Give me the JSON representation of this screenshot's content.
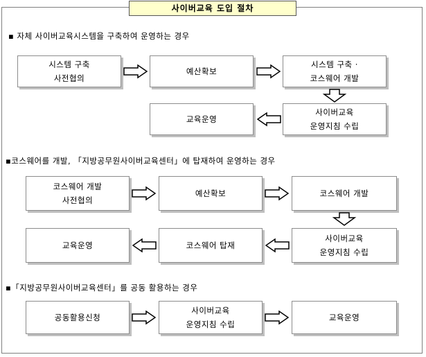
{
  "title": "사이버교육 도입 절차",
  "sections": [
    {
      "label": "▪ 자체 사이버교육시스템을 구축하여 운영하는 경우",
      "boxes": [
        "시스템 구축\n사전협의",
        "예산확보",
        "시스템 구축 ·\n코스웨어 개발",
        "사이버교육\n운영지침 수립",
        "교육운영"
      ]
    },
    {
      "label": "▪코스웨어를 개발, 「지방공무원사이버교육센터」에 탑재하여 운영하는 경우",
      "boxes": [
        "코스웨어 개발\n사전협의",
        "예산확보",
        "코스웨어 개발",
        "사이버교육\n운영지침 수립",
        "코스웨어 탑재",
        "교육운영"
      ]
    },
    {
      "label": "▪「지방공무원사이버교육센터」를 공동 활용하는 경우",
      "boxes": [
        "공동활용신청",
        "사이버교육\n운영지침 수립",
        "교육운영"
      ]
    }
  ]
}
